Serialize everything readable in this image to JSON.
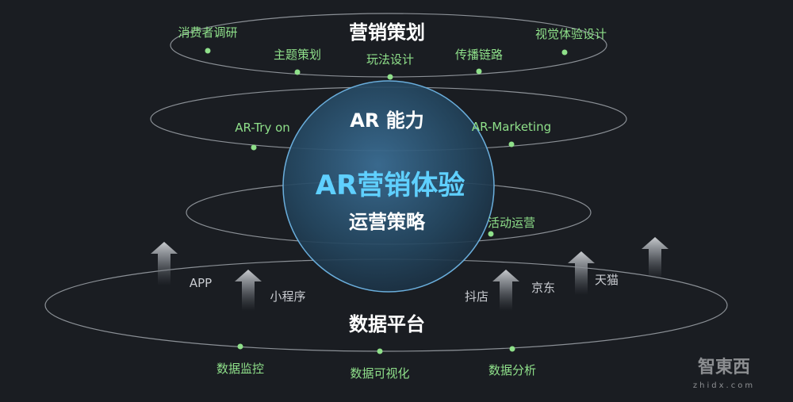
{
  "center_label": "AR营销体验",
  "layers": {
    "planning": {
      "title": "营销策划",
      "items": [
        "消费者调研",
        "主题策划",
        "玩法设计",
        "传播链路",
        "视觉体验设计"
      ]
    },
    "ar_capability": {
      "title": "AR 能力",
      "items": [
        "AR-Try on",
        "AR-Marketing"
      ]
    },
    "operation": {
      "title": "运营策略",
      "items": [
        "活动运营"
      ]
    },
    "data_platform": {
      "title": "数据平台",
      "items": [
        "数据监控",
        "数据可视化",
        "数据分析"
      ]
    }
  },
  "channels": [
    "APP",
    "小程序",
    "抖店",
    "京东",
    "天猫"
  ],
  "watermark": {
    "logo": "智東西",
    "url": "zhidx.com"
  },
  "colors": {
    "background": "#1a1d22",
    "accent_green": "#8fe08a",
    "center_blue": "#5fd0ff"
  }
}
